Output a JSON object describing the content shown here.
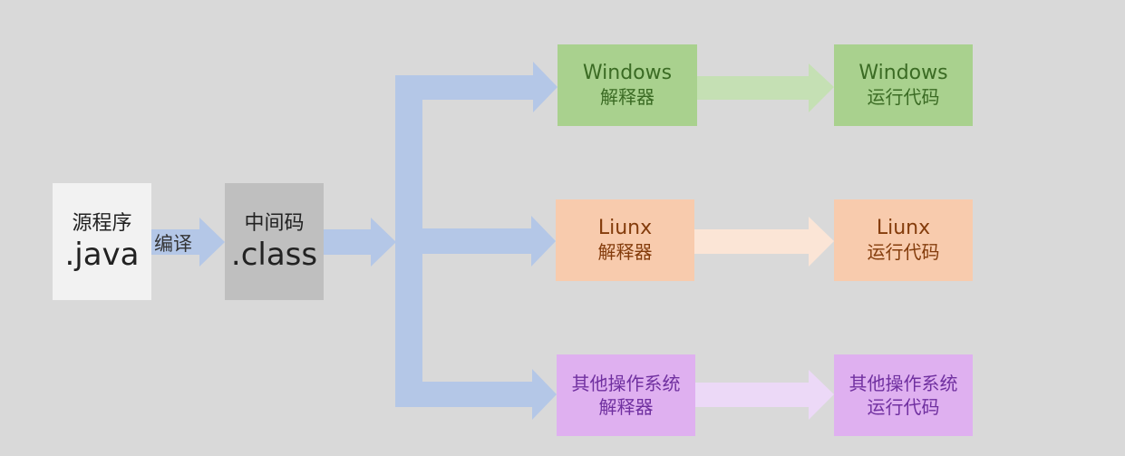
{
  "source": {
    "line1": "源程序",
    "line2": ".java"
  },
  "compile_label": "编译",
  "intermediate": {
    "line1": "中间码",
    "line2": ".class"
  },
  "rows": [
    {
      "interpreter": {
        "line1": "Windows",
        "line2": "解释器"
      },
      "runtime": {
        "line1": "Windows",
        "line2": "运行代码"
      }
    },
    {
      "interpreter": {
        "line1": "Liunx",
        "line2": "解释器"
      },
      "runtime": {
        "line1": "Liunx",
        "line2": "运行代码"
      }
    },
    {
      "interpreter": {
        "line1": "其他操作系统",
        "line2": "解释器"
      },
      "runtime": {
        "line1": "其他操作系统",
        "line2": "运行代码"
      }
    }
  ],
  "colors": {
    "background": "#d9d9d9",
    "main_arrow": "#b4c7e7",
    "windows_box": "#a9d18e",
    "windows_arrow": "#c5e0b4",
    "linux_box": "#f8cbad",
    "linux_arrow": "#fbe5d6",
    "other_box": "#dfb0f0",
    "other_arrow": "#ecd9f7"
  }
}
